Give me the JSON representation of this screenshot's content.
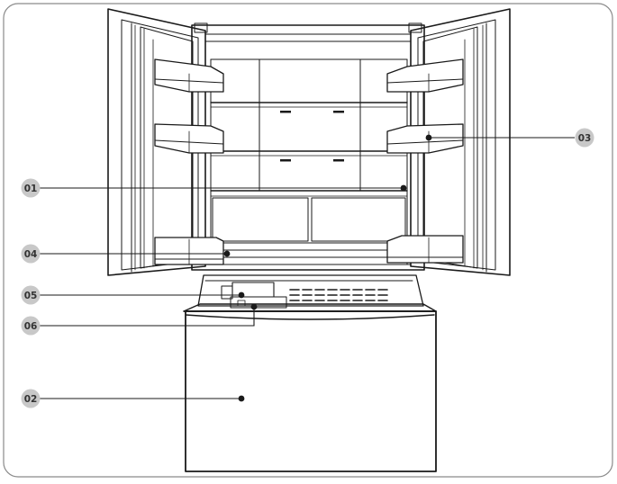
{
  "diagram": {
    "callouts": [
      {
        "id": "c01",
        "label": "01"
      },
      {
        "id": "c02",
        "label": "02"
      },
      {
        "id": "c03",
        "label": "03"
      },
      {
        "id": "c04",
        "label": "04"
      },
      {
        "id": "c05",
        "label": "05"
      },
      {
        "id": "c06",
        "label": "06"
      }
    ],
    "colors": {
      "outline": "#1a1a1a",
      "badge_fill": "#c8c8c8",
      "badge_text": "#333333",
      "frame_border": "#8a8a8a"
    }
  }
}
